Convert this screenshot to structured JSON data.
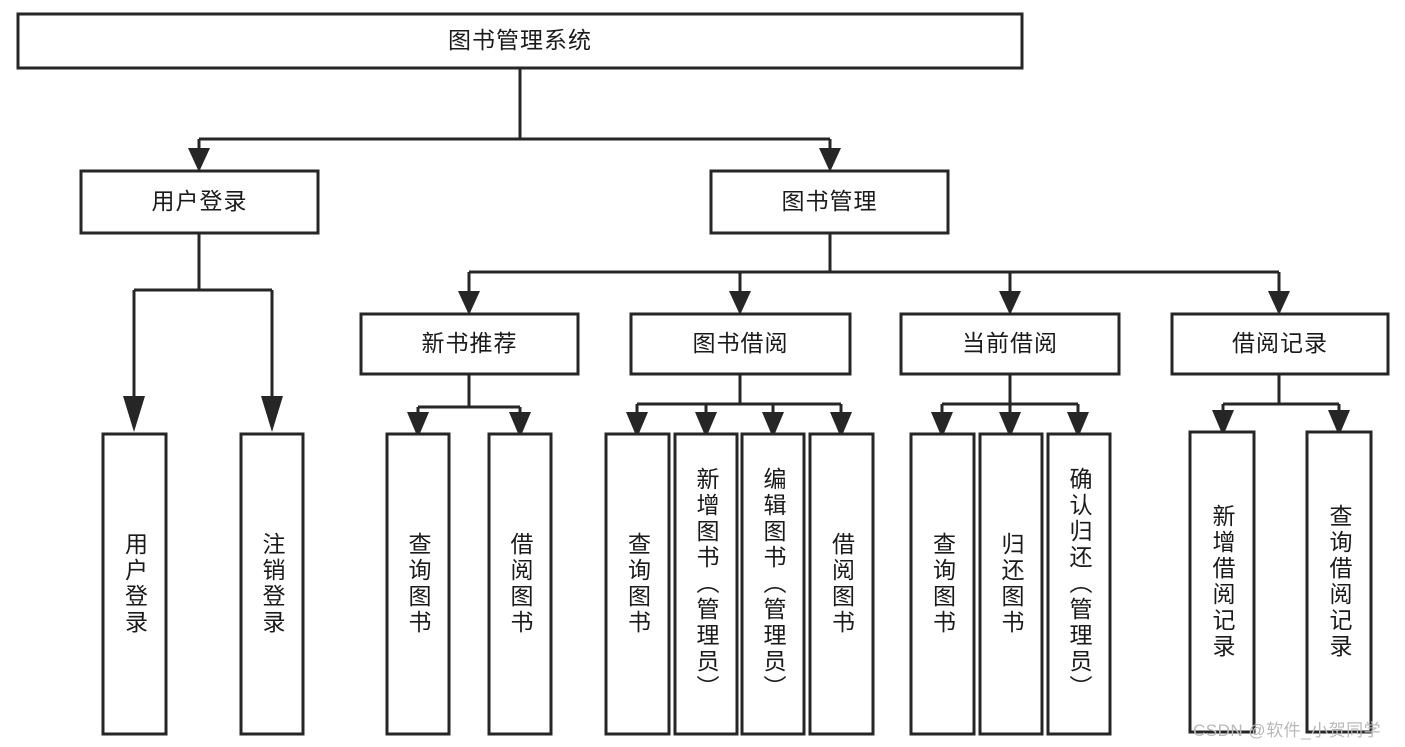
{
  "diagram": {
    "type": "tree",
    "title": "图书管理系统",
    "orientation": "top-down",
    "stroke_color": "#262626",
    "fill_color": "#ffffff",
    "text_color": "#1a1a1a",
    "nodes": {
      "root": {
        "label": "图书管理系统",
        "level": 1
      },
      "user_login": {
        "label": "用户登录",
        "level": 2
      },
      "book_manage": {
        "label": "图书管理",
        "level": 2
      },
      "new_book_rec": {
        "label": "新书推荐",
        "level": 3
      },
      "book_borrow": {
        "label": "图书借阅",
        "level": 3
      },
      "current_borrow": {
        "label": "当前借阅",
        "level": 3
      },
      "borrow_record": {
        "label": "借阅记录",
        "level": 3
      },
      "leaf_user_login": {
        "label": "用户登录",
        "level": 4
      },
      "leaf_logout": {
        "label": "注销登录",
        "level": 4
      },
      "leaf_query_book_a": {
        "label": "查询图书",
        "level": 4
      },
      "leaf_borrow_book_a": {
        "label": "借阅图书",
        "level": 4
      },
      "leaf_query_book_b": {
        "label": "查询图书",
        "level": 4
      },
      "leaf_add_book": {
        "label": "新增图书（管理员）",
        "level": 4
      },
      "leaf_edit_book": {
        "label": "编辑图书（管理员）",
        "level": 4
      },
      "leaf_borrow_book_b": {
        "label": "借阅图书",
        "level": 4
      },
      "leaf_query_book_c": {
        "label": "查询图书",
        "level": 4
      },
      "leaf_return_book": {
        "label": "归还图书",
        "level": 4
      },
      "leaf_confirm_return": {
        "label": "确认归还（管理员）",
        "level": 4
      },
      "leaf_add_record": {
        "label": "新增借阅记录",
        "level": 4
      },
      "leaf_query_record": {
        "label": "查询借阅记录",
        "level": 4
      }
    },
    "edges": [
      {
        "from": "root",
        "to": "user_login"
      },
      {
        "from": "root",
        "to": "book_manage"
      },
      {
        "from": "user_login",
        "to": "leaf_user_login"
      },
      {
        "from": "user_login",
        "to": "leaf_logout"
      },
      {
        "from": "book_manage",
        "to": "new_book_rec"
      },
      {
        "from": "book_manage",
        "to": "book_borrow"
      },
      {
        "from": "book_manage",
        "to": "current_borrow"
      },
      {
        "from": "book_manage",
        "to": "borrow_record"
      },
      {
        "from": "new_book_rec",
        "to": "leaf_query_book_a"
      },
      {
        "from": "new_book_rec",
        "to": "leaf_borrow_book_a"
      },
      {
        "from": "book_borrow",
        "to": "leaf_query_book_b"
      },
      {
        "from": "book_borrow",
        "to": "leaf_add_book"
      },
      {
        "from": "book_borrow",
        "to": "leaf_edit_book"
      },
      {
        "from": "book_borrow",
        "to": "leaf_borrow_book_b"
      },
      {
        "from": "current_borrow",
        "to": "leaf_query_book_c"
      },
      {
        "from": "current_borrow",
        "to": "leaf_return_book"
      },
      {
        "from": "current_borrow",
        "to": "leaf_confirm_return"
      },
      {
        "from": "borrow_record",
        "to": "leaf_add_record"
      },
      {
        "from": "borrow_record",
        "to": "leaf_query_record"
      }
    ]
  },
  "watermark": {
    "text": "CSDN @软件_小贺同学"
  }
}
